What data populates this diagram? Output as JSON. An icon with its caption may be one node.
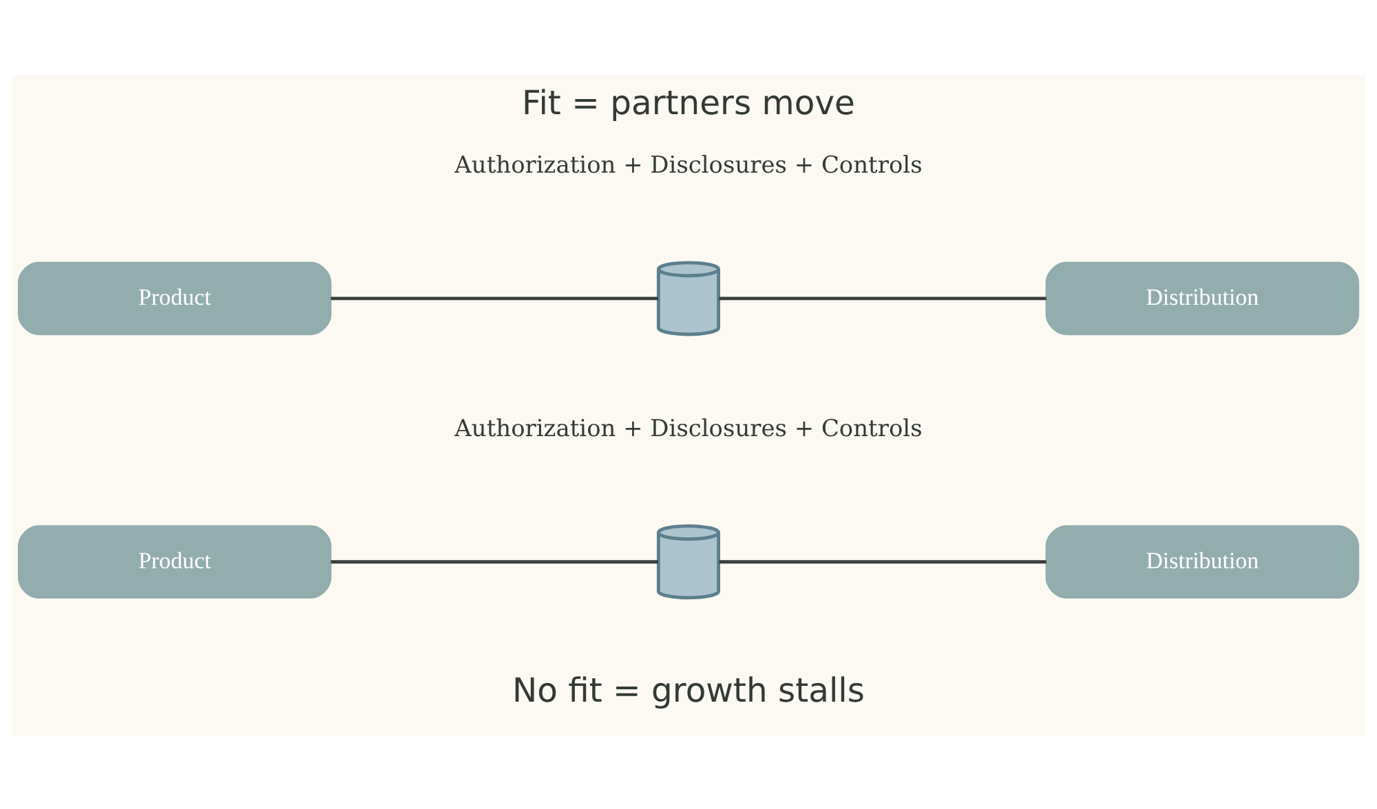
{
  "diagram": {
    "title": "Fit = partners move",
    "caption": "No fit = growth stalls",
    "nodes": [
      {
        "text": [
          "Product"
        ]
      },
      {
        "text": [],
        "shape": "cylinder"
      },
      {
        "text": [
          "Distribution"
        ]
      },
      {
        "text": [
          "Product"
        ]
      },
      {
        "text": [],
        "shape": "cylinder"
      },
      {
        "text": [
          "Distribution"
        ]
      }
    ],
    "edges": [
      {
        "from": 0,
        "to": 1,
        "arrow": "none"
      },
      {
        "from": 1,
        "to": 2,
        "arrow": "none"
      },
      {
        "from": 3,
        "to": 4,
        "arrow": "none"
      },
      {
        "from": 4,
        "to": 5,
        "arrow": "none"
      }
    ],
    "labels": [
      "Authorization + Disclosures + Controls",
      "Authorization + Disclosures + Controls"
    ]
  }
}
